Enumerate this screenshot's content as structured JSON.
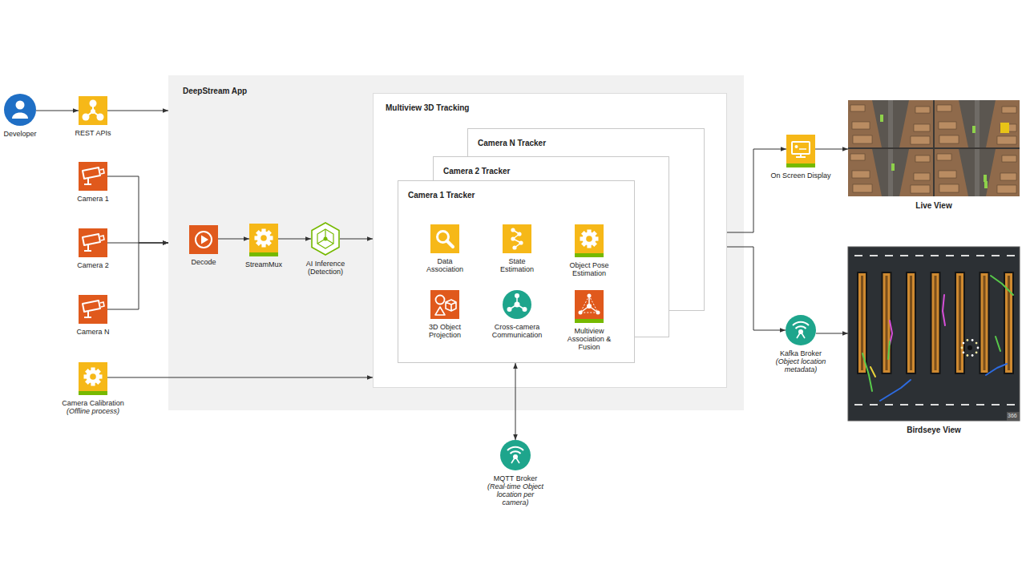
{
  "diagram": {
    "nodes": [
      {
        "text": [
          "Developer"
        ]
      },
      {
        "text": [
          "REST APIs"
        ]
      },
      {
        "text": [
          "Camera 1"
        ]
      },
      {
        "text": [
          "Camera 2"
        ]
      },
      {
        "text": [
          "Camera N"
        ]
      },
      {
        "text": [
          "Camera Calibration",
          "(Offline process)"
        ]
      },
      {
        "text": [
          "DeepStream App"
        ]
      },
      {
        "text": [
          "Decode"
        ],
        "in": 6
      },
      {
        "text": [
          "StreamMux"
        ],
        "in": 6
      },
      {
        "text": [
          "AI Inference (Detection)"
        ],
        "in": 6
      },
      {
        "text": [
          "Multiview 3D Tracking"
        ],
        "in": 6
      },
      {
        "text": [
          "Camera N Tracker"
        ],
        "in": 10
      },
      {
        "text": [
          "Camera 2 Tracker"
        ],
        "in": 10
      },
      {
        "text": [
          "Camera 1 Tracker"
        ],
        "in": 10
      },
      {
        "text": [
          "Data Association"
        ],
        "in": 13
      },
      {
        "text": [
          "State Estimation"
        ],
        "in": 13
      },
      {
        "text": [
          "Object Pose Estimation"
        ],
        "in": 13
      },
      {
        "text": [
          "3D Object Projection"
        ],
        "in": 13
      },
      {
        "text": [
          "Cross-camera Communication"
        ],
        "in": 13
      },
      {
        "text": [
          "Multiview Association & Fusion"
        ],
        "in": 13
      },
      {
        "text": [
          "MQTT Broker",
          "(Real-time Object location per camera)"
        ]
      },
      {
        "text": [
          "On Screen Display"
        ]
      },
      {
        "text": [
          "Live View"
        ]
      },
      {
        "text": [
          "Kafka Broker",
          "(Object location metadata)"
        ]
      },
      {
        "text": [
          "Birdseye View"
        ]
      }
    ],
    "edges": [
      {
        "from": 0,
        "to": 1,
        "arrow": "to"
      },
      {
        "from": 1,
        "to": 6,
        "arrow": "to"
      },
      {
        "from": 2,
        "to": 6,
        "arrow": "to"
      },
      {
        "from": 3,
        "to": 6,
        "arrow": "to"
      },
      {
        "from": 4,
        "to": 6,
        "arrow": "to"
      },
      {
        "from": 5,
        "to": 10,
        "arrow": "to"
      },
      {
        "from": 7,
        "to": 8,
        "arrow": "to"
      },
      {
        "from": 8,
        "to": 9,
        "arrow": "to"
      },
      {
        "from": 9,
        "to": 10,
        "arrow": "to"
      },
      {
        "from": 13,
        "to": 20,
        "arrow": "both"
      },
      {
        "from": 10,
        "to": 21,
        "arrow": "to"
      },
      {
        "from": 10,
        "to": 23,
        "arrow": "to"
      },
      {
        "from": 21,
        "to": 22,
        "arrow": "to"
      },
      {
        "from": 23,
        "to": 24,
        "arrow": "to"
      }
    ],
    "labels": [
      "366"
    ]
  }
}
